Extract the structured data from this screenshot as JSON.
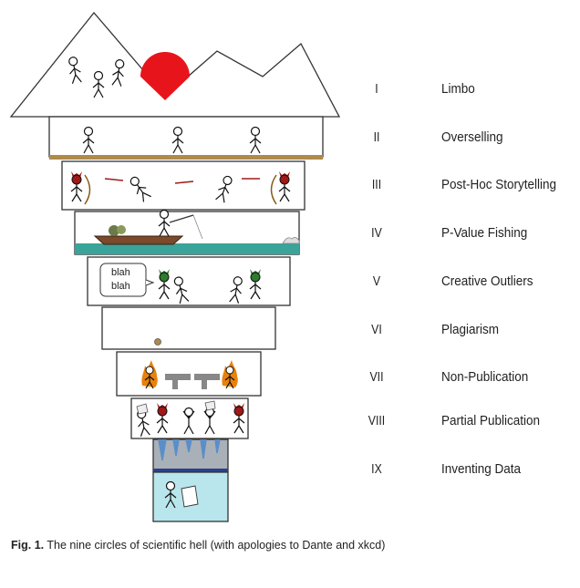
{
  "circles": [
    {
      "numeral": "I",
      "label": "Limbo"
    },
    {
      "numeral": "II",
      "label": "Overselling"
    },
    {
      "numeral": "III",
      "label": "Post-Hoc Storytelling"
    },
    {
      "numeral": "IV",
      "label": "P-Value Fishing"
    },
    {
      "numeral": "V",
      "label": "Creative Outliers"
    },
    {
      "numeral": "VI",
      "label": "Plagiarism"
    },
    {
      "numeral": "VII",
      "label": "Non-Publication"
    },
    {
      "numeral": "VIII",
      "label": "Partial Publication"
    },
    {
      "numeral": "IX",
      "label": "Inventing Data"
    }
  ],
  "speech_bubble": {
    "line1": "blah",
    "line2": "blah"
  },
  "caption": {
    "fig_label": "Fig. 1.",
    "text": "The nine circles of scientific hell (with apologies to Dante and xkcd)"
  },
  "colors": {
    "sun": "#e8141c",
    "floor_brown": "#b08a4a",
    "water": "#3aa39a",
    "ice_blue": "#5b8ec9",
    "pool": "#b8e6ec",
    "devil_red": "#a01818",
    "devil_green": "#2f7a2f",
    "flame": "#e8820c"
  }
}
